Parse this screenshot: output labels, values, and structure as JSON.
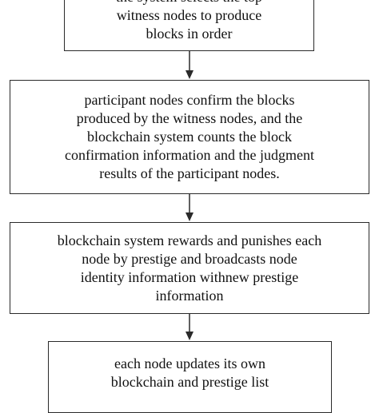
{
  "boxes": [
    {
      "lines": [
        "the system selects the top",
        "witness nodes to produce",
        "blocks in order"
      ]
    },
    {
      "lines": [
        "participant nodes confirm the blocks",
        "produced by the witness nodes, and the",
        "blockchain system counts the block",
        "confirmation information and the judgment",
        "results of the participant nodes."
      ]
    },
    {
      "lines": [
        "blockchain system rewards and punishes each",
        "node by prestige and broadcasts node",
        "identity information withnew prestige",
        "information"
      ]
    },
    {
      "lines": [
        "each node updates its own",
        "blockchain and prestige list"
      ]
    }
  ],
  "colors": {
    "border": "#2a2a2a",
    "text": "#111111",
    "background": "#ffffff"
  }
}
